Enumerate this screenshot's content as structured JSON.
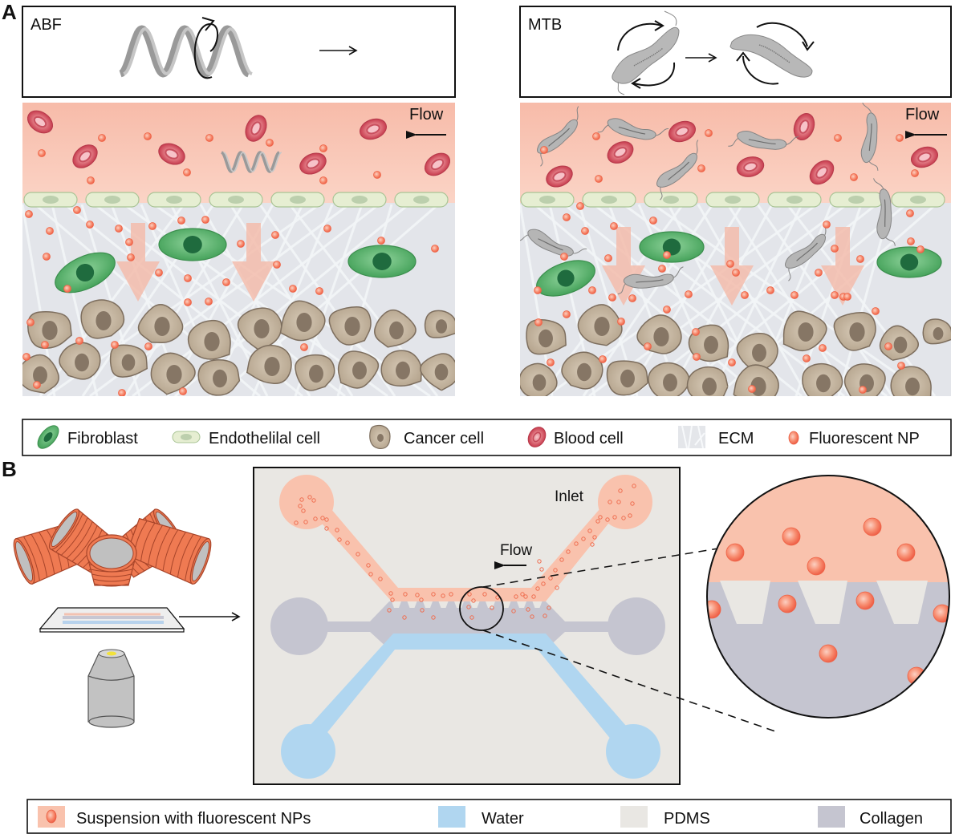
{
  "panels": {
    "A": {
      "letter": "A",
      "abf": {
        "title": "ABF",
        "flow_label": "Flow",
        "motion": "corkscrew-rotation-translation"
      },
      "mtb": {
        "title": "MTB",
        "flow_label": "Flow",
        "motion": "tumbling-rotation"
      }
    },
    "B": {
      "letter": "B",
      "chip": {
        "inlet_label": "Inlet",
        "flow_label": "Flow"
      }
    }
  },
  "legend_a": {
    "items": [
      {
        "label": "Fibroblast",
        "icon": "fibroblast-icon",
        "color": "#4caa5e"
      },
      {
        "label": "Endothelilal cell",
        "icon": "endothelial-cell-icon",
        "color": "#e3ecce"
      },
      {
        "label": "Cancer cell",
        "icon": "cancer-cell-icon",
        "color": "#c2b29d"
      },
      {
        "label": "Blood cell",
        "icon": "blood-cell-icon",
        "color": "#d4505f"
      },
      {
        "label": "ECM",
        "icon": "ecm-icon",
        "color": "#e4e6ea"
      },
      {
        "label": "Fluorescent NP",
        "icon": "nanoparticle-icon",
        "color": "#f26a4f"
      }
    ]
  },
  "legend_b": {
    "items": [
      {
        "label": "Suspension with fluorescent NPs",
        "icon": "suspension-swatch",
        "color": "#f9c2ad"
      },
      {
        "label": "Water",
        "icon": "water-swatch",
        "color": "#b0d6f0"
      },
      {
        "label": "PDMS",
        "icon": "pdms-swatch",
        "color": "#e9e7e3"
      },
      {
        "label": "Collagen",
        "icon": "collagen-swatch",
        "color": "#c5c5d0"
      }
    ]
  },
  "colors": {
    "blood": "#f8c3b1",
    "ecm": "#e3e5ea",
    "ecm_fiber": "#f4f7f9",
    "endo": "#e6eed2",
    "endo_stroke": "#a9c495",
    "endo_nuc": "#bccfad",
    "fibro": "#58b26a",
    "fibro_nuc": "#1f6b3e",
    "cancer": "#c4b49f",
    "cancer_stroke": "#7d6e5e",
    "cancer_nuc": "#867665",
    "rbc": "#d24d5d",
    "np": "#f47456",
    "arrow": "#f4b9a7",
    "helix": "#a9a9a9",
    "mtb": "#b5b5b5",
    "objective": "#c0c0c0",
    "coil": "#ef7a52"
  }
}
